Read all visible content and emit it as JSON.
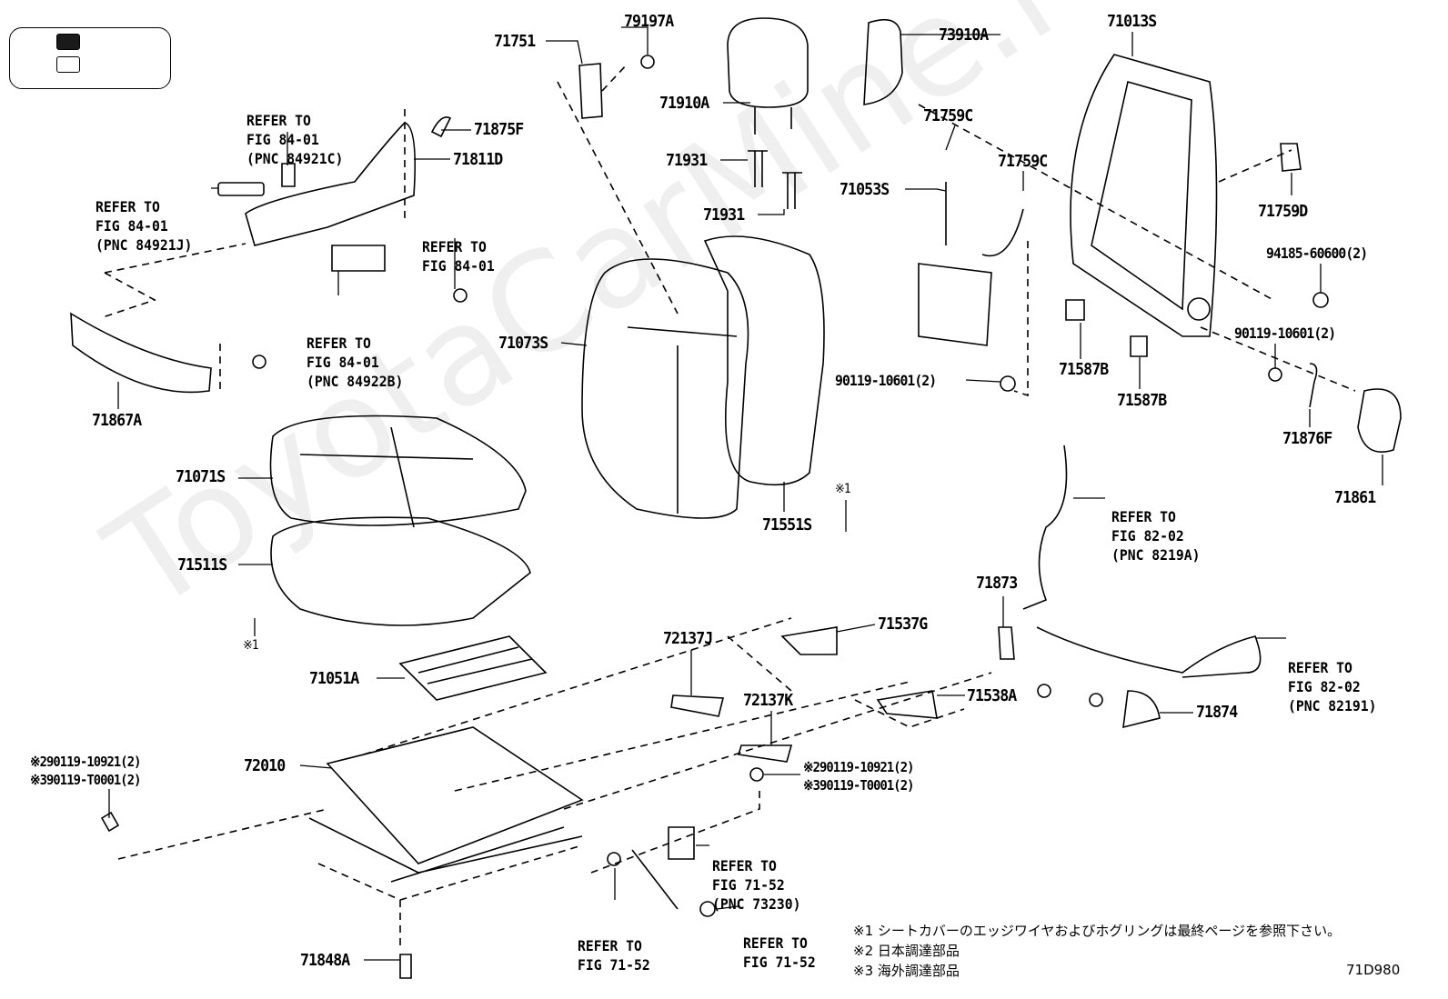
{
  "legend": {
    "filled_color": "#1a1a1a",
    "empty_color": "#ffffff"
  },
  "watermark": "ToyotaCarMine.ru",
  "parts": {
    "p71751": "71751",
    "p79197A": "79197A",
    "p71910A": "71910A",
    "p71931a": "71931",
    "p71931b": "71931",
    "p73910A": "73910A",
    "p71013S": "71013S",
    "p71759Ca": "71759C",
    "p71759Cb": "71759C",
    "p71053S": "71053S",
    "p71759D": "71759D",
    "p94185": "94185-60600(2)",
    "p90119a": "90119-10601(2)",
    "p90119b": "90119-10601(2)",
    "p71587Ba": "71587B",
    "p71587Bb": "71587B",
    "p71876F": "71876F",
    "p71861": "71861",
    "p71875F": "71875F",
    "p71811D": "71811D",
    "p71867A": "71867A",
    "p71073S": "71073S",
    "p71071S": "71071S",
    "p71511S": "71511S",
    "p71551S": "71551S",
    "p71873": "71873",
    "p71537G": "71537G",
    "p72137J": "72137J",
    "p71051A": "71051A",
    "p72137K": "72137K",
    "p71538A": "71538A",
    "p71874": "71874",
    "p72010": "72010",
    "p71848A": "71848A",
    "mark1a": "※1",
    "mark1b": "※1",
    "boltL1": "※290119-10921(2)",
    "boltL2": "※390119-T0001(2)",
    "boltR1": "※290119-10921(2)",
    "boltR2": "※390119-T0001(2)"
  },
  "refs": {
    "r84921C": [
      "REFER TO",
      "FIG 84-01",
      "(PNC 84921C)"
    ],
    "r84921J": [
      "REFER TO",
      "FIG 84-01",
      "(PNC 84921J)"
    ],
    "r8401": [
      "REFER TO",
      "FIG 84-01"
    ],
    "r84922B": [
      "REFER TO",
      "FIG 84-01",
      "(PNC 84922B)"
    ],
    "r8219A": [
      "REFER TO",
      "FIG 82-02",
      "(PNC 8219A)"
    ],
    "r82191": [
      "REFER TO",
      "FIG 82-02",
      "(PNC 82191)"
    ],
    "r73230": [
      "REFER TO",
      "FIG 71-52",
      "(PNC 73230)"
    ],
    "r7152a": [
      "REFER TO",
      "FIG 71-52"
    ],
    "r7152b": [
      "REFER TO",
      "FIG 71-52"
    ]
  },
  "notes": [
    "※1 シートカバーのエッジワイヤおよびホグリングは最終ページを参照下さい。",
    "※2 日本調達部品",
    "※3 海外調達部品"
  ],
  "figure_code": "71D980"
}
